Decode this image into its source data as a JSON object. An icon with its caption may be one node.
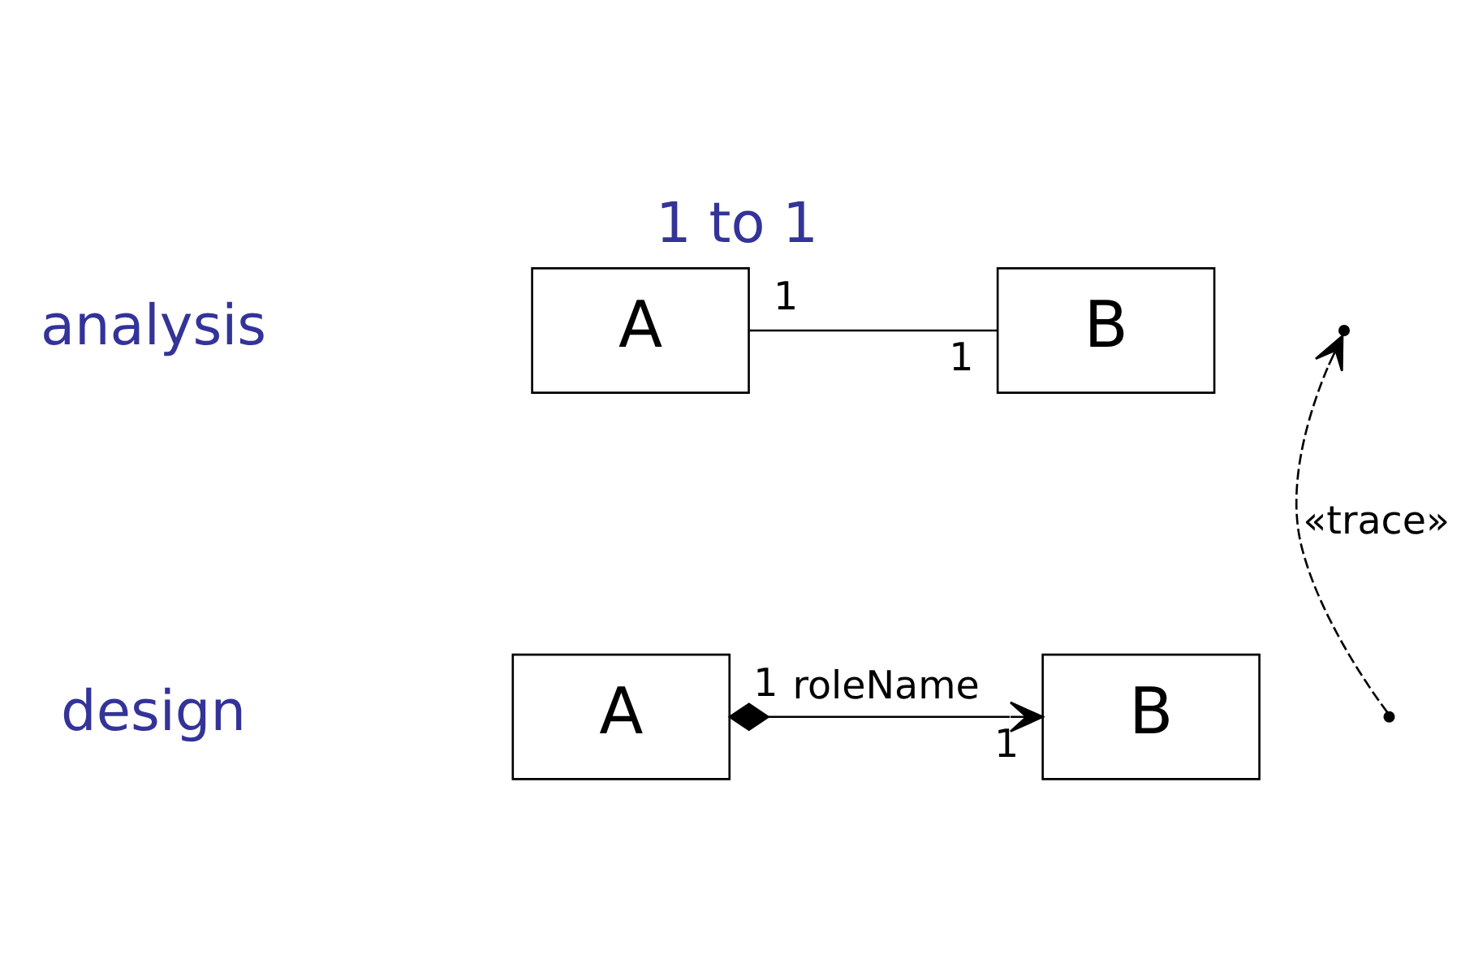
{
  "diagram": {
    "title": "1 to 1",
    "nodes": [
      {
        "text": [
          "A"
        ]
      },
      {
        "text": [
          "B"
        ]
      },
      {
        "text": [
          "A"
        ]
      },
      {
        "text": [
          "B"
        ]
      },
      {
        "text": [],
        "shape": "point"
      },
      {
        "text": [],
        "shape": "point"
      }
    ],
    "edges": [
      {
        "from": 0,
        "to": 1,
        "arrow": "none"
      },
      {
        "from": 2,
        "to": 3,
        "arrow": "to"
      },
      {
        "from": 5,
        "to": 4,
        "arrow": "to",
        "label": "«trace»",
        "style": "dashed"
      }
    ],
    "labels": [
      "1",
      "1",
      "analysis",
      "1",
      "1",
      "design",
      "roleName"
    ]
  }
}
